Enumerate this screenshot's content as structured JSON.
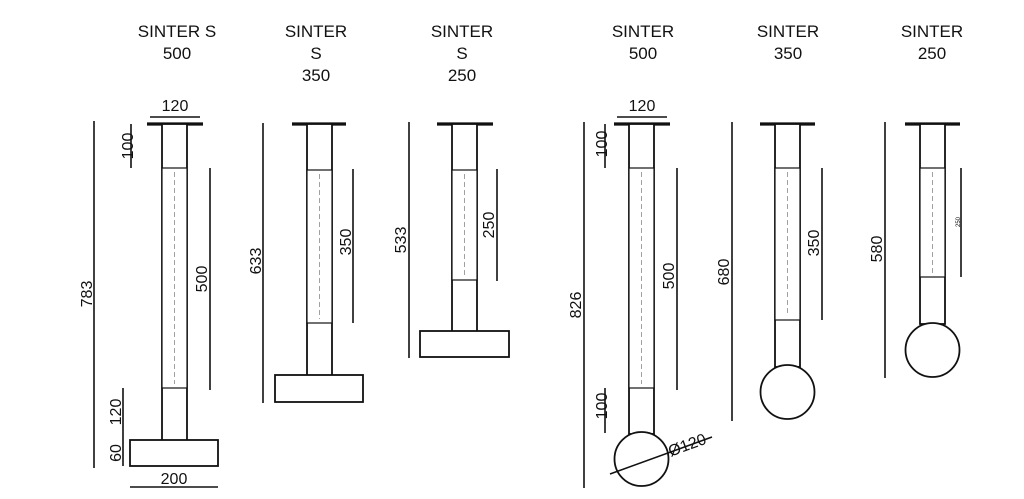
{
  "models": [
    {
      "id": "sinter-s-500",
      "title": [
        "SINTER S",
        "500"
      ],
      "dims": {
        "top_width": "120",
        "top_section": "100",
        "total_height": "783",
        "tube": "500",
        "bottom_section": "120",
        "base_height": "60",
        "base_width": "200"
      }
    },
    {
      "id": "sinter-s-350",
      "title": [
        "SINTER",
        "S",
        "350"
      ],
      "dims": {
        "total_height": "633",
        "tube": "350"
      }
    },
    {
      "id": "sinter-s-250",
      "title": [
        "SINTER",
        "S",
        "250"
      ],
      "dims": {
        "total_height": "533",
        "tube": "250"
      }
    },
    {
      "id": "sinter-500",
      "title": [
        "SINTER",
        "500"
      ],
      "dims": {
        "top_width": "120",
        "top_section": "100",
        "total_height": "826",
        "tube": "500",
        "bottom_section": "100",
        "globe_diameter": "Ø120"
      }
    },
    {
      "id": "sinter-350",
      "title": [
        "SINTER",
        "350"
      ],
      "dims": {
        "total_height": "680",
        "tube": "350"
      }
    },
    {
      "id": "sinter-250",
      "title": [
        "SINTER",
        "250"
      ],
      "dims": {
        "total_height": "580",
        "tube": "250"
      }
    }
  ]
}
